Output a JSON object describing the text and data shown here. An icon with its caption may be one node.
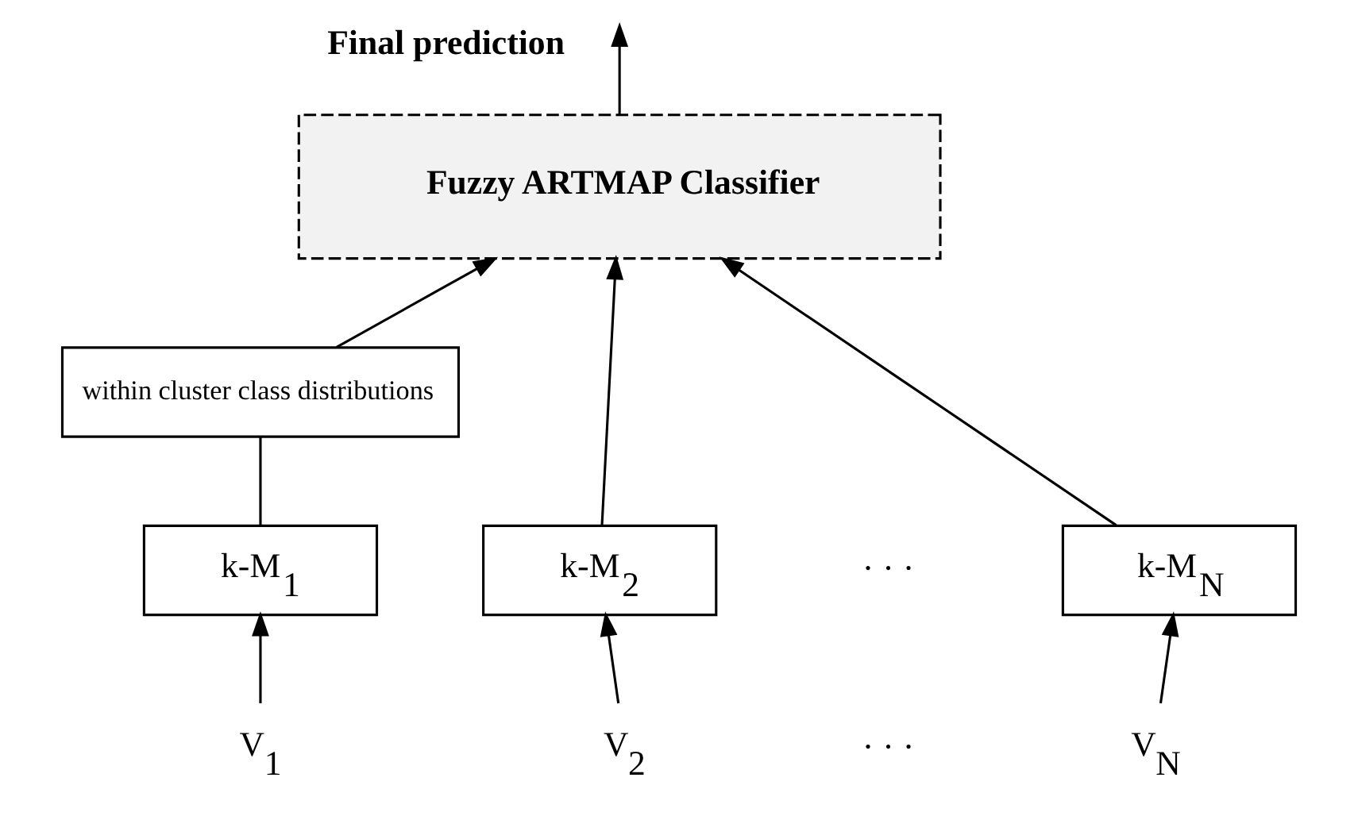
{
  "diagram": {
    "nodes": [
      {
        "text": [
          "Fuzzy ARTMAP Classifier"
        ]
      },
      {
        "text": [
          "within cluster class distributions"
        ]
      },
      {
        "text": [
          "k-M$_{1}$"
        ]
      },
      {
        "text": [
          "k-M$_{2}$"
        ]
      },
      {
        "text": [
          "k-M$_{N}$"
        ]
      },
      {
        "text": [
          "V$_{1}$"
        ]
      },
      {
        "text": [
          "V$_{2}$"
        ]
      },
      {
        "text": [
          "V$_{N}$"
        ]
      }
    ],
    "edges": [
      {
        "from": 0,
        "to": null,
        "arrow": "to",
        "label": "Final prediction"
      },
      {
        "from": 1,
        "to": 0,
        "arrow": "to"
      },
      {
        "from": 3,
        "to": 0,
        "arrow": "to"
      },
      {
        "from": 4,
        "to": 0,
        "arrow": "to"
      },
      {
        "from": 2,
        "to": 1,
        "arrow": "none"
      },
      {
        "from": 5,
        "to": 2,
        "arrow": "to"
      },
      {
        "from": 6,
        "to": 3,
        "arrow": "to"
      },
      {
        "from": 7,
        "to": 4,
        "arrow": "to"
      }
    ],
    "labels": [
      "· · ·",
      "· · ·"
    ]
  }
}
